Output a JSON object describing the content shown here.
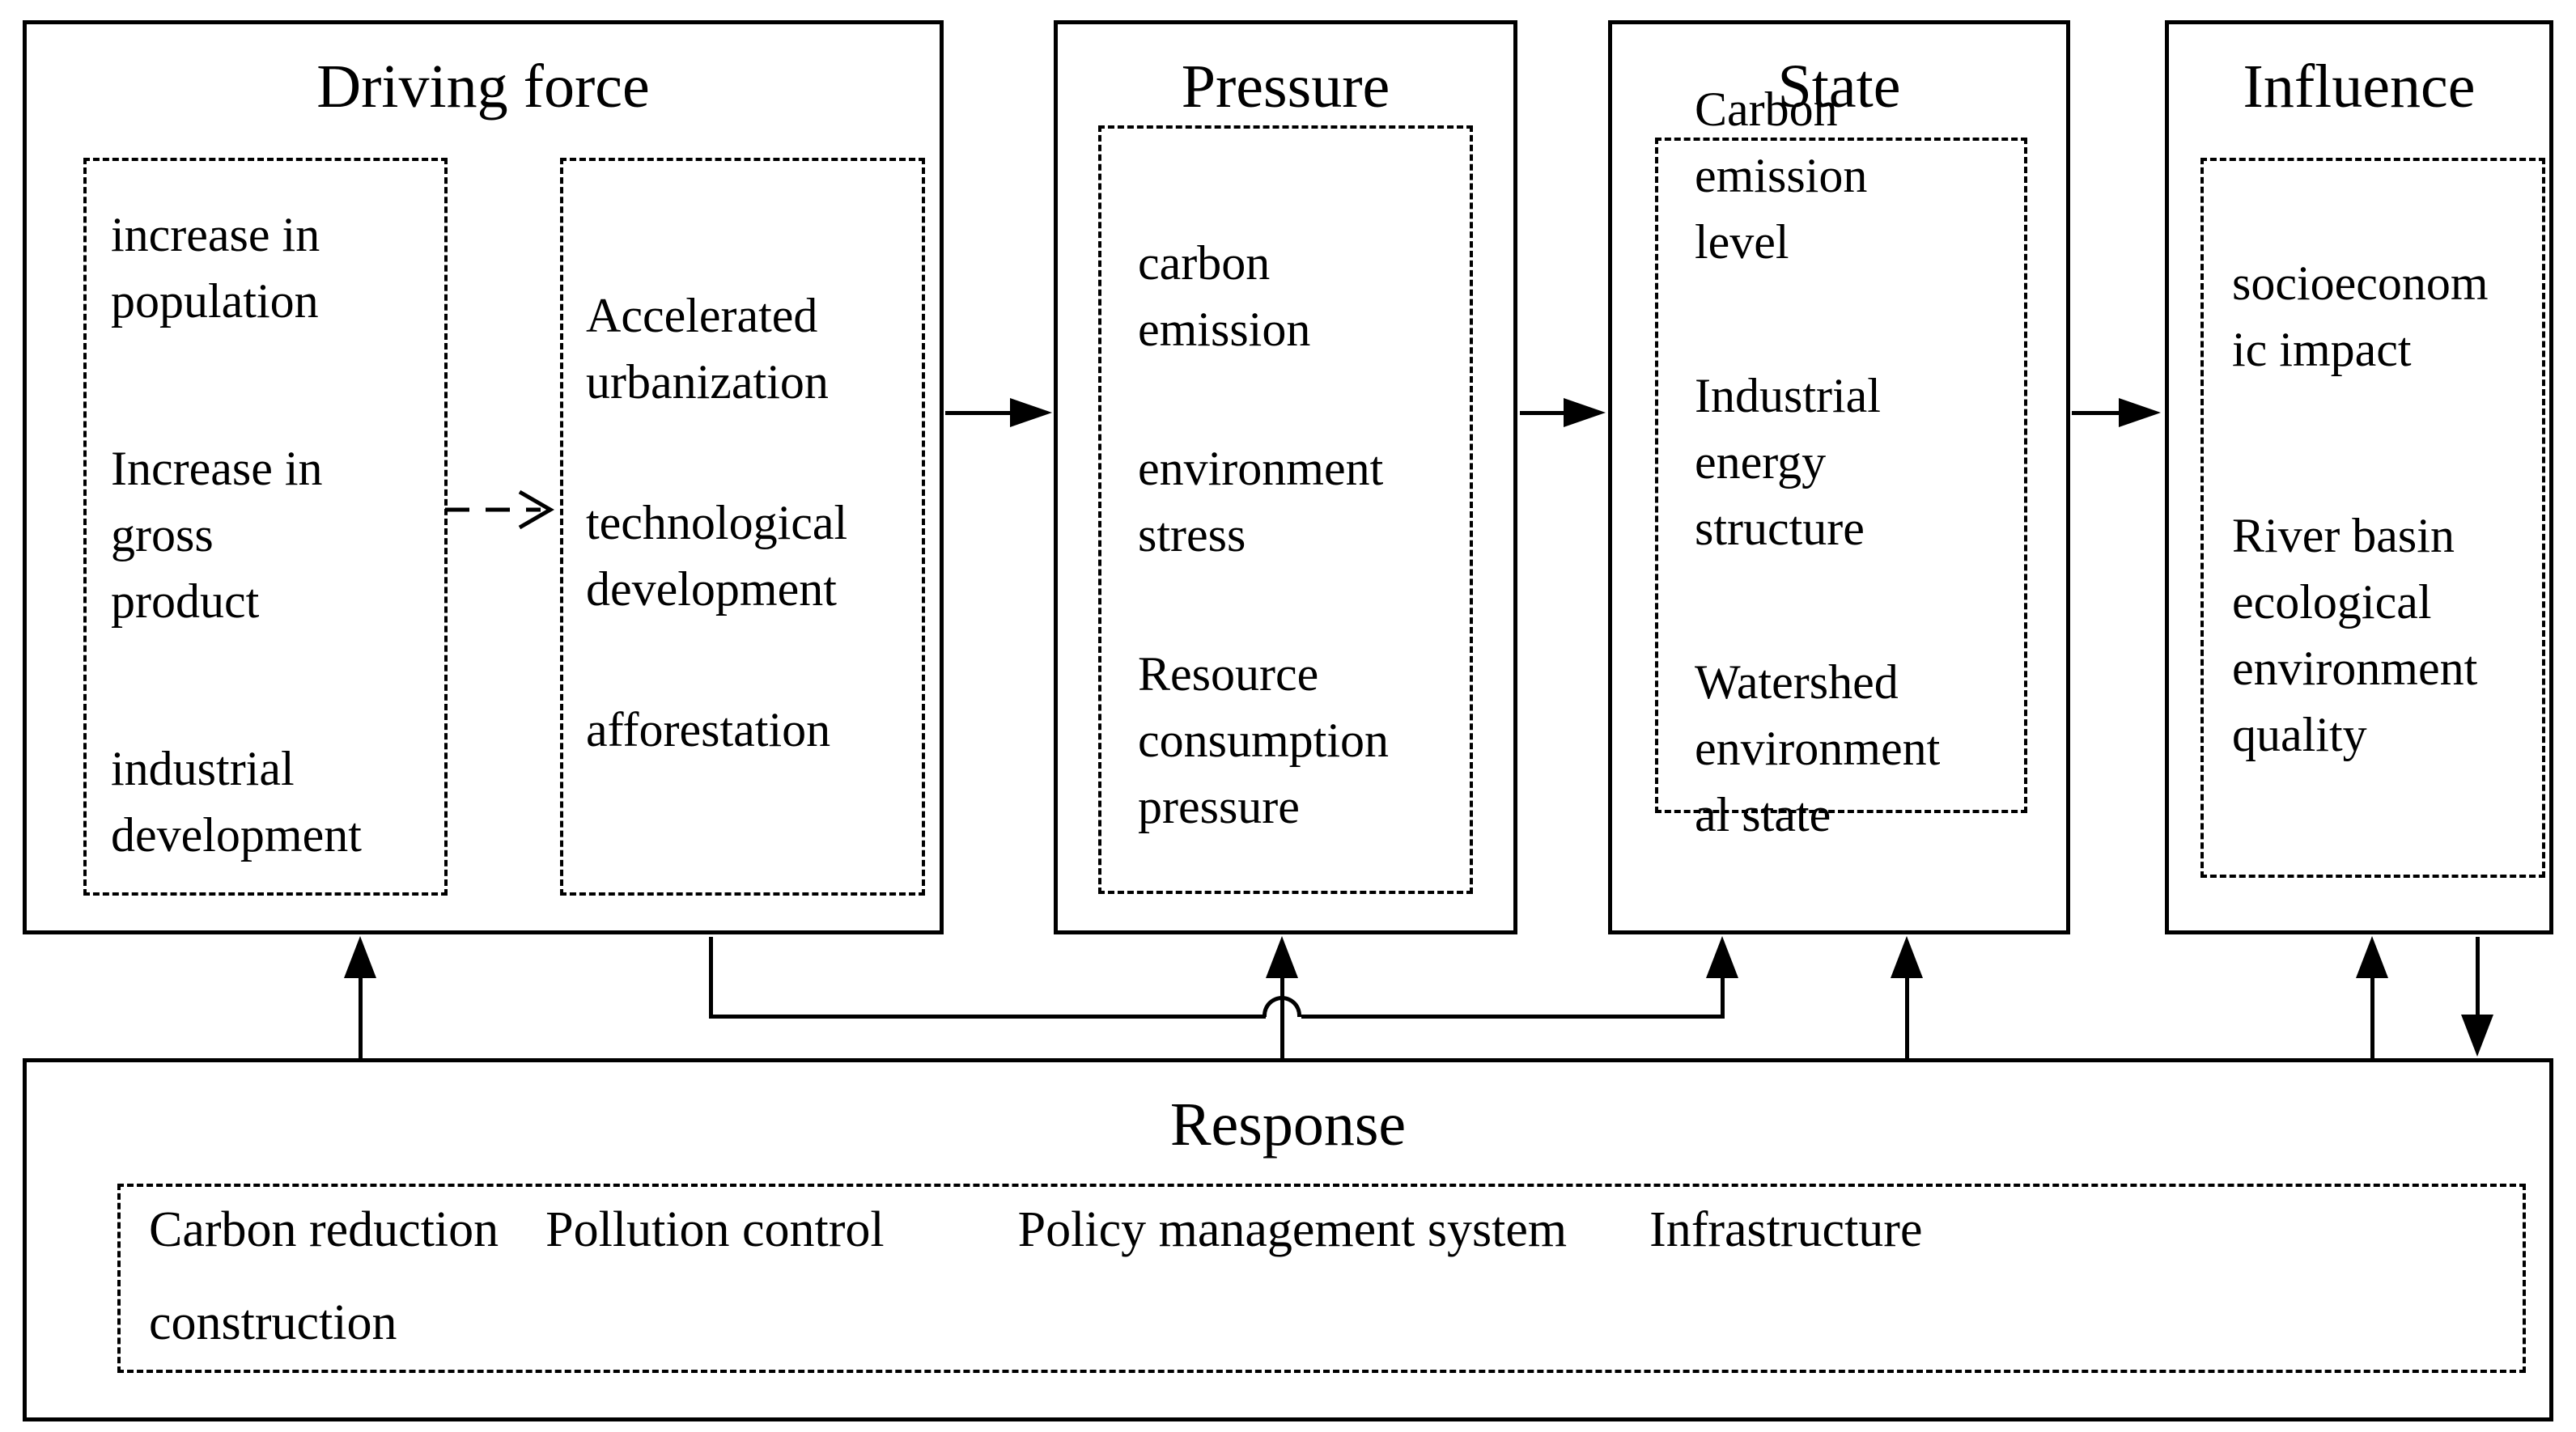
{
  "boxes": {
    "driving_force": {
      "title": "Driving force",
      "group1": {
        "items": [
          "increase in\npopulation",
          "Increase in\ngross\nproduct",
          "industrial\ndevelopment"
        ]
      },
      "group2": {
        "items": [
          "Accelerated\nurbanization",
          "technological\ndevelopment",
          "afforestation"
        ]
      }
    },
    "pressure": {
      "title": "Pressure",
      "items": [
        "carbon\nemission",
        "environment\nstress",
        "Resource\nconsumption\npressure"
      ]
    },
    "state": {
      "title": "State",
      "items": [
        "Carbon\nemission\nlevel",
        "Industrial\nenergy\nstructure",
        "Watershed\nenvironment\nal state"
      ]
    },
    "influence": {
      "title": "Influence",
      "items": [
        "socioeconom\nic impact",
        "River basin\necological\nenvironment\nquality"
      ]
    },
    "response": {
      "title": "Response",
      "line1_items": [
        "Carbon reduction",
        "Pollution control",
        "Policy management system",
        "Infrastructure"
      ],
      "line2": "construction"
    }
  },
  "arrows": [
    {
      "from": "driving-force",
      "to": "pressure",
      "style": "solid"
    },
    {
      "from": "pressure",
      "to": "state",
      "style": "solid"
    },
    {
      "from": "state",
      "to": "influence",
      "style": "solid"
    },
    {
      "from": "driving-force-group1",
      "to": "driving-force-group2",
      "style": "dashed"
    },
    {
      "from": "driving-force",
      "to": "state",
      "style": "solid-elbow-with-line-jump"
    },
    {
      "from": "response",
      "to": "driving-force",
      "style": "solid"
    },
    {
      "from": "response",
      "to": "pressure",
      "style": "solid"
    },
    {
      "from": "response",
      "to": "state",
      "style": "solid"
    },
    {
      "from": "response",
      "to": "influence",
      "style": "solid"
    },
    {
      "from": "influence",
      "to": "response",
      "style": "solid"
    }
  ],
  "colors": {
    "line": "#000000",
    "background": "#ffffff"
  }
}
